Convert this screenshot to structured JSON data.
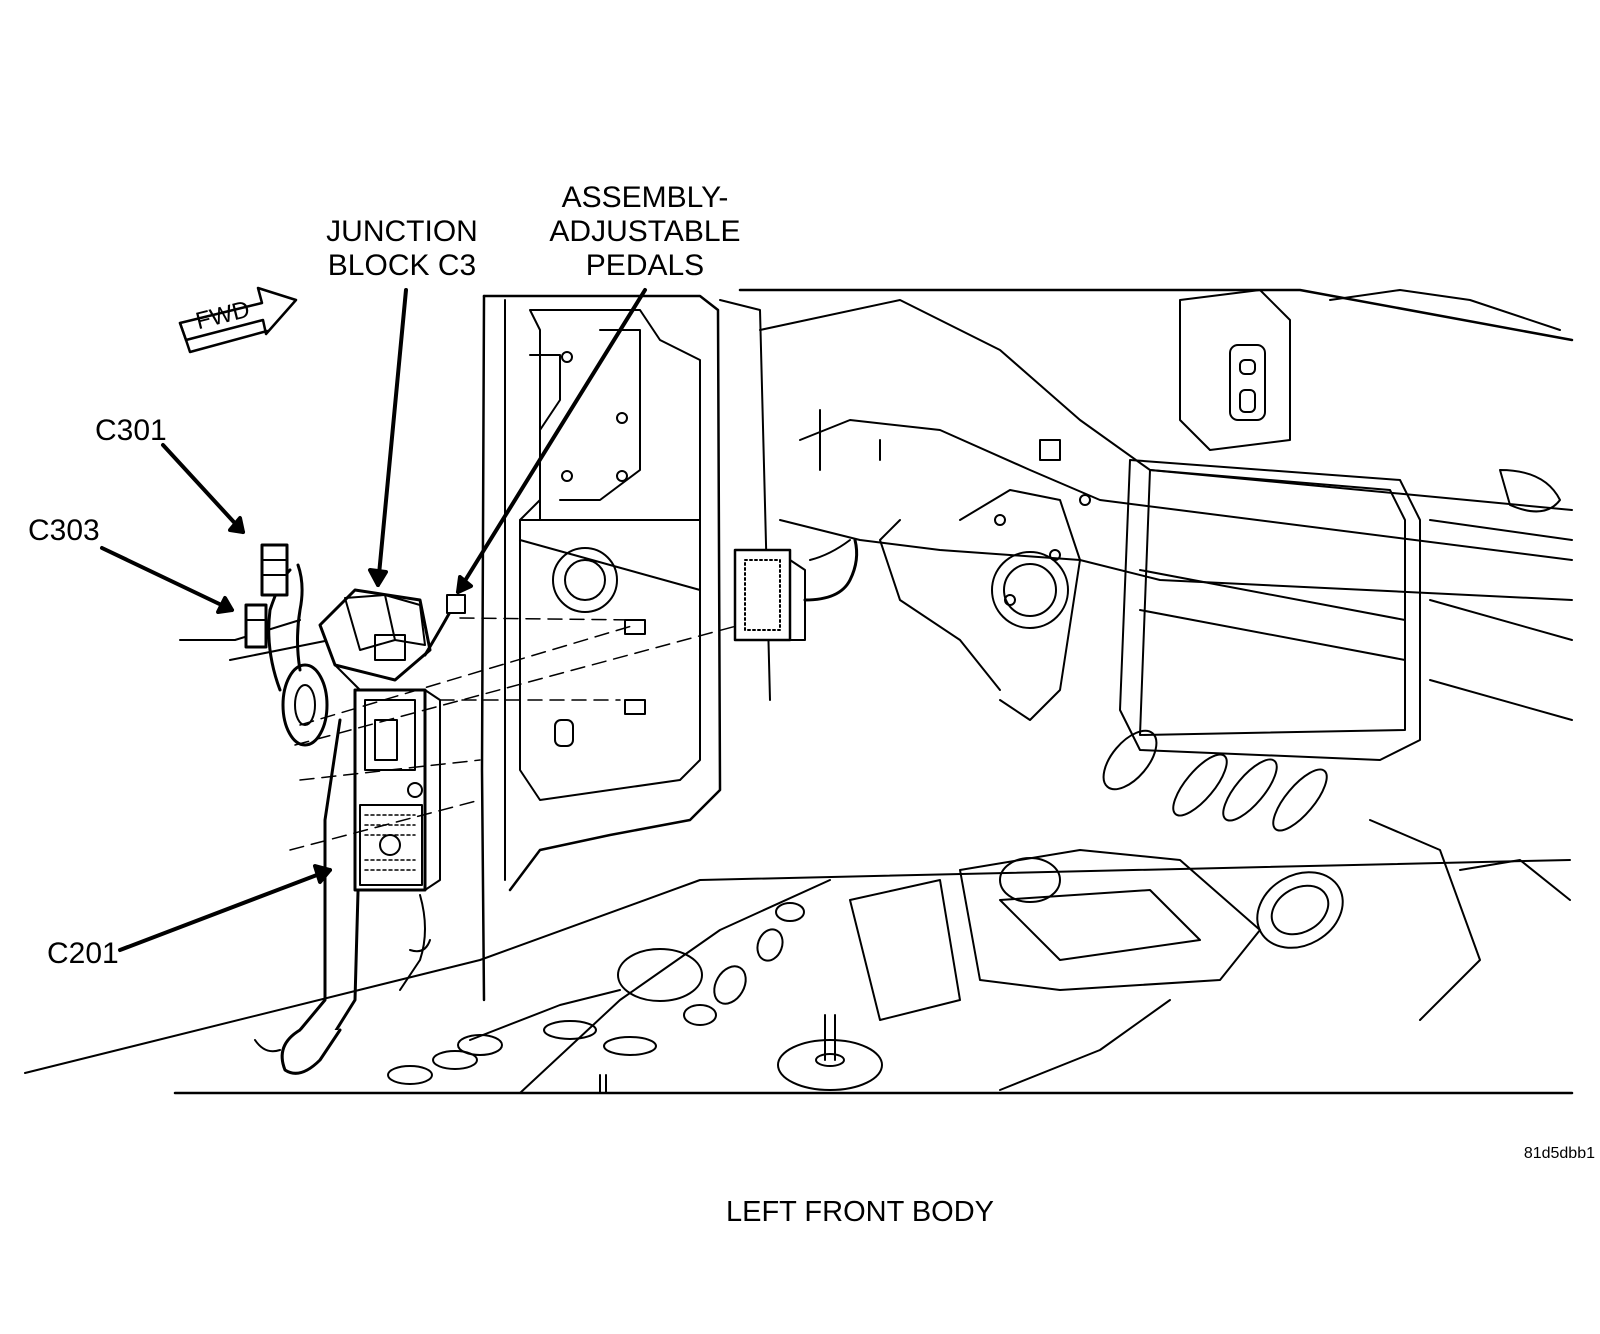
{
  "callouts": {
    "junction_line1": "JUNCTION",
    "junction_line2": "BLOCK C3",
    "assembly_line1": "ASSEMBLY-",
    "assembly_line2": "ADJUSTABLE",
    "assembly_line3": "PEDALS",
    "c301": "C301",
    "c303": "C303",
    "c201": "C201"
  },
  "fwd_label": "FWD",
  "image_code": "81d5dbb1",
  "caption": "LEFT FRONT BODY"
}
